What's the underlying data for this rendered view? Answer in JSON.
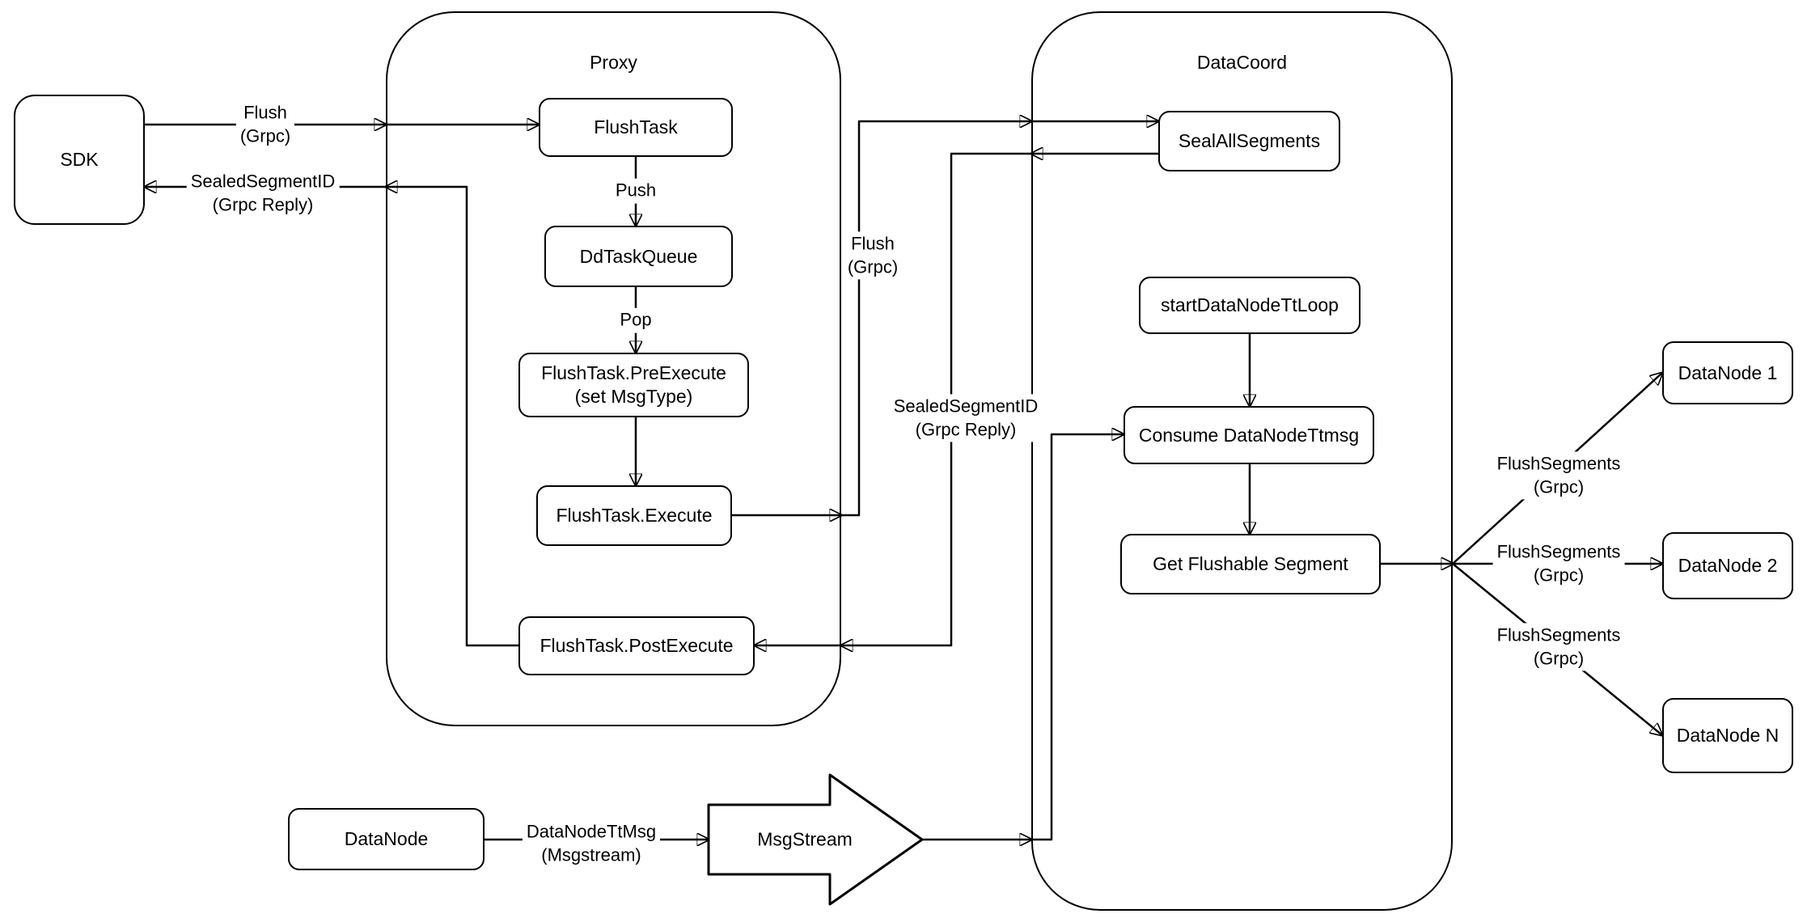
{
  "nodes": {
    "sdk": "SDK",
    "proxy": "Proxy",
    "flush_task": "FlushTask",
    "dd_task_queue": "DdTaskQueue",
    "flush_task_pre_execute": "FlushTask.PreExecute\n(set MsgType)",
    "flush_task_execute": "FlushTask.Execute",
    "flush_task_post_execute": "FlushTask.PostExecute",
    "datacoord": "DataCoord",
    "seal_all_segments": "SealAllSegments",
    "start_datanode_tt_loop": "startDataNodeTtLoop",
    "consume_datanode_ttmsg": "Consume DataNodeTtmsg",
    "get_flushable_segment": "Get Flushable Segment",
    "datanode_1": "DataNode 1",
    "datanode_2": "DataNode 2",
    "datanode_n": "DataNode N",
    "datanode": "DataNode",
    "msgstream": "MsgStream"
  },
  "edge_labels": {
    "flush_grpc_sdk_to_proxy": "Flush\n(Grpc)",
    "sealed_segment_id_reply_to_sdk": "SealedSegmentID\n(Grpc Reply)",
    "push": "Push",
    "pop": "Pop",
    "flush_grpc_proxy_to_datacoord": "Flush\n(Grpc)",
    "sealed_segment_id_reply_to_proxy": "SealedSegmentID\n(Grpc Reply)",
    "flush_segments_grpc_1": "FlushSegments\n(Grpc)",
    "flush_segments_grpc_2": "FlushSegments\n(Grpc)",
    "flush_segments_grpc_n": "FlushSegments\n(Grpc)",
    "datanode_tt_msg": "DataNodeTtMsg\n(Msgstream)"
  },
  "colors": {
    "stroke": "#000000",
    "fill": "#ffffff"
  }
}
